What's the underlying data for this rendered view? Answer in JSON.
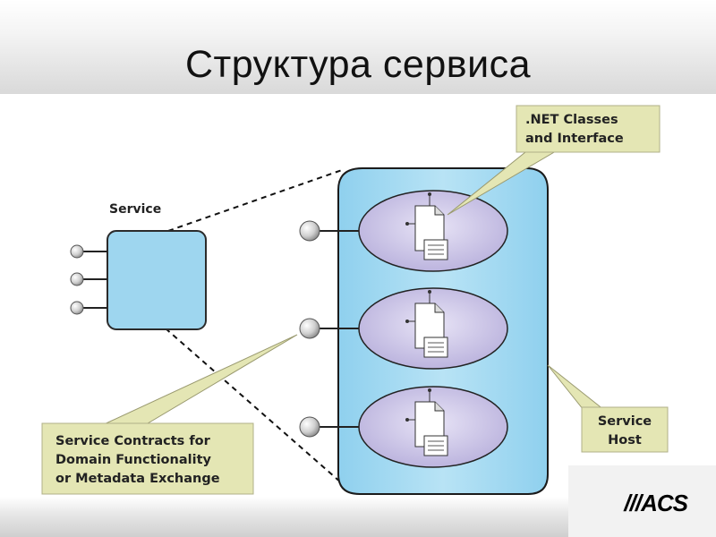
{
  "title": "Структура сервиса",
  "service_label": "Service",
  "net_callout": {
    "line1": ".NET Classes",
    "line2": "and Interface"
  },
  "host_callout": {
    "line1": "Service",
    "line2": "Host"
  },
  "contracts_callout": {
    "line1": "Service Contracts for",
    "line2": "Domain Functionality",
    "line3": "or Metadata Exchange"
  },
  "logo": "///ACS",
  "colors": {
    "service_fill": "#9ed6ef",
    "host_fill": "#aadcf2",
    "ellipse_fill": "#c9c3e6",
    "callout_fill": "#e4e6b4"
  }
}
